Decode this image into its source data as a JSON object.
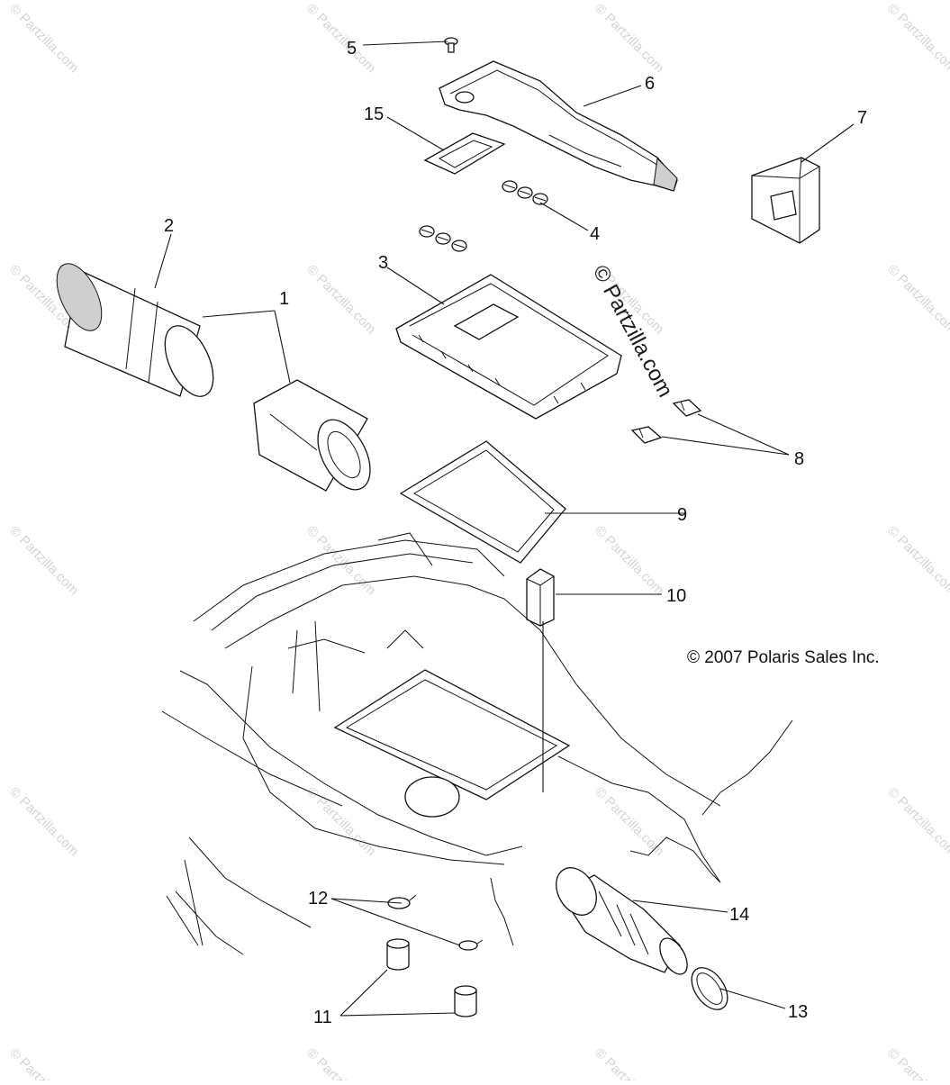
{
  "callouts": [
    {
      "id": "1",
      "label": "1"
    },
    {
      "id": "2",
      "label": "2"
    },
    {
      "id": "3",
      "label": "3"
    },
    {
      "id": "4",
      "label": "4"
    },
    {
      "id": "5",
      "label": "5"
    },
    {
      "id": "6",
      "label": "6"
    },
    {
      "id": "7",
      "label": "7"
    },
    {
      "id": "8",
      "label": "8"
    },
    {
      "id": "9",
      "label": "9"
    },
    {
      "id": "10",
      "label": "10"
    },
    {
      "id": "11",
      "label": "11"
    },
    {
      "id": "12",
      "label": "12"
    },
    {
      "id": "13",
      "label": "13"
    },
    {
      "id": "14",
      "label": "14"
    },
    {
      "id": "15",
      "label": "15"
    }
  ],
  "copyright": "© 2007 Polaris Sales Inc.",
  "diagonal_watermark": "© Partzilla.com",
  "tiled_watermark": "© Partzilla.com"
}
